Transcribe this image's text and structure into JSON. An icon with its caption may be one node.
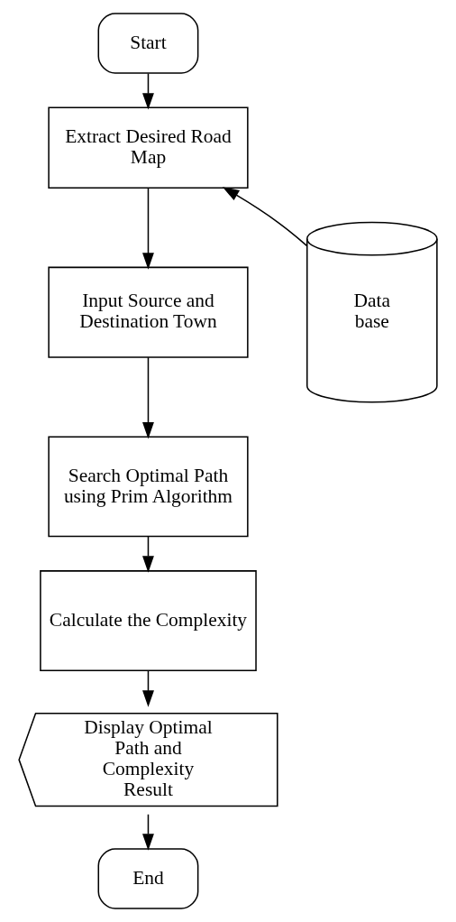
{
  "diagram": {
    "nodes": [
      {
        "text": [
          "Start"
        ]
      },
      {
        "text": [
          "Extract Desired Road Map"
        ]
      },
      {
        "text": [
          "Input Source and Destination Town"
        ]
      },
      {
        "text": [
          "Data base"
        ]
      },
      {
        "text": [
          "Search Optimal Path using Prim Algorithm"
        ]
      },
      {
        "text": [
          "Calculate the Complexity"
        ]
      },
      {
        "text": [
          "Display Optimal Path and Complexity Result"
        ]
      },
      {
        "text": [
          "End"
        ]
      }
    ],
    "edges": [
      {
        "from": 0,
        "to": 1,
        "arrow": "to"
      },
      {
        "from": 3,
        "to": 1,
        "arrow": "to"
      },
      {
        "from": 1,
        "to": 2,
        "arrow": "to"
      },
      {
        "from": 2,
        "to": 4,
        "arrow": "to"
      },
      {
        "from": 4,
        "to": 5,
        "arrow": "to"
      },
      {
        "from": 5,
        "to": 6,
        "arrow": "to"
      },
      {
        "from": 6,
        "to": 7,
        "arrow": "to"
      }
    ]
  }
}
